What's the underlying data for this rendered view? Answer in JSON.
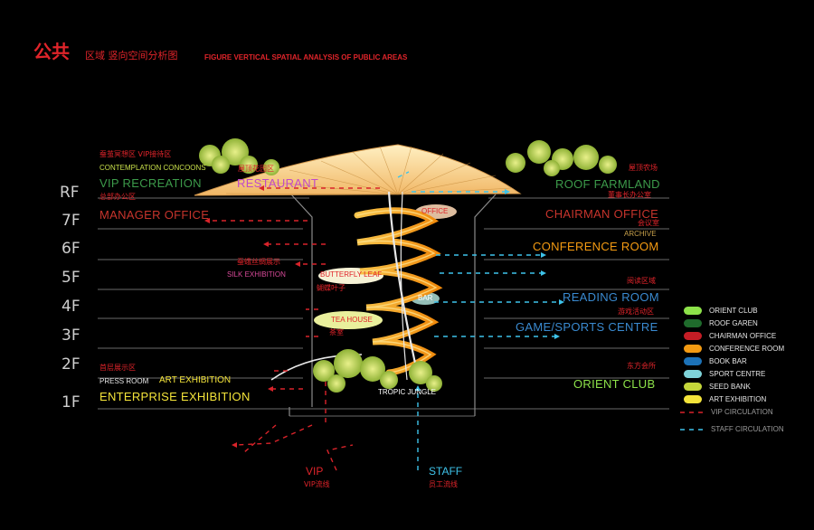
{
  "header": {
    "title_main": "公共",
    "title_sub": "区域  竖向空间分析图",
    "title_en": "FIGURE VERTICAL SPATIAL ANALYSIS OF PUBLIC AREAS"
  },
  "floors": [
    "RF",
    "7F",
    "6F",
    "5F",
    "4F",
    "3F",
    "2F",
    "1F"
  ],
  "left_labels": {
    "rf_cn": "蚕茧冥想区 VIP接待区",
    "contemplation": "CONTEMPLATION CONCOONS",
    "vip_recreation": "VIP RECREATION",
    "office_cn": "总部办公区",
    "manager_office": "MANAGER OFFICE",
    "exhibition_cn": "首层展示区",
    "press_room": "PRESS ROOM",
    "art_exhibition": "ART EXHIBITION",
    "enterprise_exhibition": "ENTERPRISE EXHIBITION"
  },
  "center_labels": {
    "restaurant_cn": "屋顶花园区",
    "restaurant": "RESTAURANT",
    "office": "OFFICE",
    "silk_cn": "蚕蛾丝绸展示",
    "silk_exhibition": "SILK EXHIBITION",
    "butterfly_leaf": "BUTTERFLY LEAF",
    "butterfly_cn": "蝴蝶叶子",
    "bar": "BAR",
    "tea_house": "TEA HOUSE",
    "tea_cn": "茶室",
    "tropic_jungle": "TROPIC JUNGLE",
    "vip": "VIP",
    "vip_cn": "VIP流线",
    "staff": "STAFF",
    "staff_cn": "员工流线"
  },
  "right_labels": {
    "farmland_cn": "屋顶农场",
    "roof_farmland": "ROOF FARMLAND",
    "chairman_cn": "董事长办公室",
    "chairman_office": "CHAIRMAN OFFICE",
    "conference_cn": "会议室",
    "archive": "ARCHIVE",
    "conference_room": "CONFERENCE ROOM",
    "reading_cn": "阅读区域",
    "reading_room": "READING ROOM",
    "game_cn": "游戏活动区",
    "game_sports": "GAME/SPORTS CENTRE",
    "club_cn": "东方会所",
    "orient_club": "ORIENT CLUB"
  },
  "legend": [
    {
      "label": "ORIENT CLUB",
      "color": "#8de24a"
    },
    {
      "label": "ROOF GAREN",
      "color": "#1f6b2c"
    },
    {
      "label": "CHAIRMAN OFFICE",
      "color": "#c41d25"
    },
    {
      "label": "CONFERENCE ROOM",
      "color": "#f39a12"
    },
    {
      "label": "BOOK BAR",
      "color": "#1c72b8"
    },
    {
      "label": "SPORT CENTRE",
      "color": "#7fd3d9"
    },
    {
      "label": "SEED BANK",
      "color": "#c4d63a"
    },
    {
      "label": "ART EXHIBITION",
      "color": "#f4e43a"
    }
  ],
  "circulation_legend": [
    {
      "label": "VIP CIRCULATION",
      "color": "#d9232a"
    },
    {
      "label": "STAFF CIRCULATION",
      "color": "#3ec3ea"
    }
  ]
}
